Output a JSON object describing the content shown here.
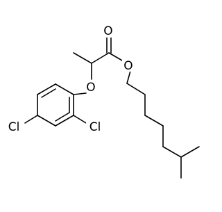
{
  "molecule": {
    "atoms": {
      "carbonyl_oxygen": "O",
      "ester_oxygen": "O",
      "ether_oxygen": "O",
      "chlorine_4": "Cl",
      "chlorine_2": "Cl"
    }
  }
}
